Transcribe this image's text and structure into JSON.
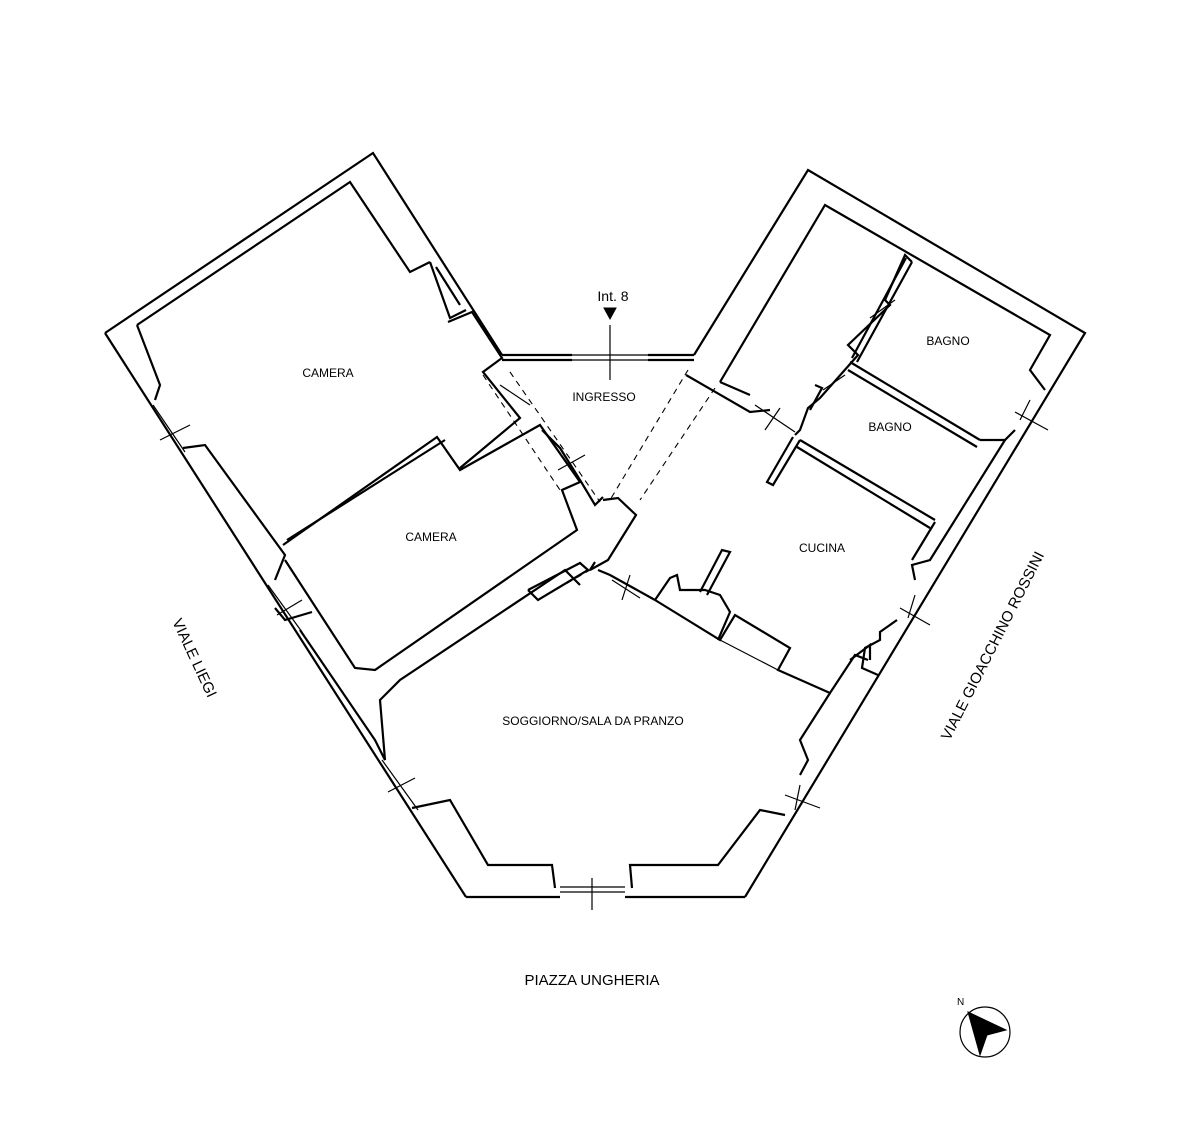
{
  "entrance": {
    "label": "Int. 8"
  },
  "rooms": [
    {
      "name": "CAMERA"
    },
    {
      "name": "CAMERA"
    },
    {
      "name": "INGRESSO"
    },
    {
      "name": "BAGNO"
    },
    {
      "name": "BAGNO"
    },
    {
      "name": "CUCINA"
    },
    {
      "name": "SOGGIORNO/SALA DA PRANZO"
    }
  ],
  "streets": {
    "left": "VIALE LIEGI",
    "right": "VIALE GIOACCHINO ROSSINI",
    "bottom": "PIAZZA UNGHERIA"
  },
  "compass": {
    "label": "N"
  }
}
